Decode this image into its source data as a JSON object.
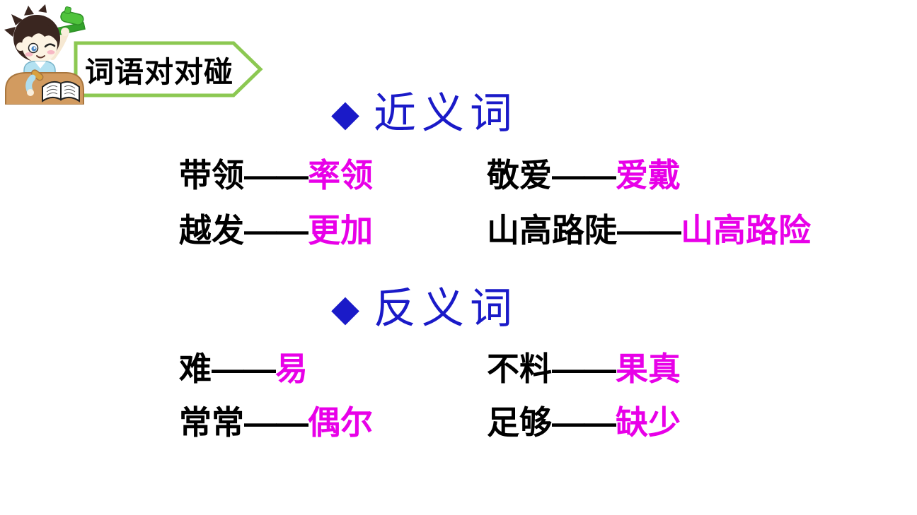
{
  "slide": {
    "background": "#FFFFFF"
  },
  "header": {
    "badge_label": "词语对对碰",
    "badge_border_color": "#8CC852",
    "mascot_icon": "boy-reading-with-toy-illustration"
  },
  "separator": "——",
  "colors": {
    "word_text": "#000000",
    "answer_text": "#E800E8",
    "section_title": "#1A1AC8",
    "bullet": "#1A1AC8"
  },
  "sections": [
    {
      "bullet": "◆",
      "title": "近义词",
      "pairs": [
        {
          "left": "带领",
          "right": "率领"
        },
        {
          "left": "敬爱",
          "right": "爱戴"
        },
        {
          "left": "越发",
          "right": "更加"
        },
        {
          "left": "山高路陡",
          "right": "山高路险"
        }
      ]
    },
    {
      "bullet": "◆",
      "title": "反义词",
      "pairs": [
        {
          "left": "难",
          "right": "易"
        },
        {
          "left": "不料",
          "right": "果真"
        },
        {
          "left": "常常",
          "right": "偶尔"
        },
        {
          "left": "足够",
          "right": "缺少"
        }
      ]
    }
  ]
}
